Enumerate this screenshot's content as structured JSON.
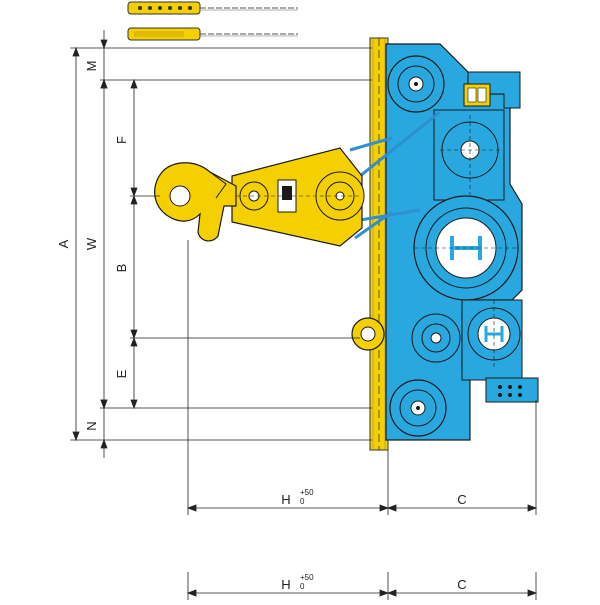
{
  "dimensions": {
    "A": "A",
    "W": "W",
    "M": "M",
    "F": "F",
    "B": "B",
    "E": "E",
    "N": "N",
    "H": "H",
    "H_tol_upper": "+50",
    "H_tol_lower": "0",
    "C": "C"
  },
  "colors": {
    "body": "#29a8e0",
    "hook": "#f5d000",
    "rope": "#2f8fd0",
    "line": "#222222",
    "controller": "#f5d000"
  },
  "icons": {
    "pendant": "pendant-controller-icon",
    "motor": "motor-icon"
  }
}
